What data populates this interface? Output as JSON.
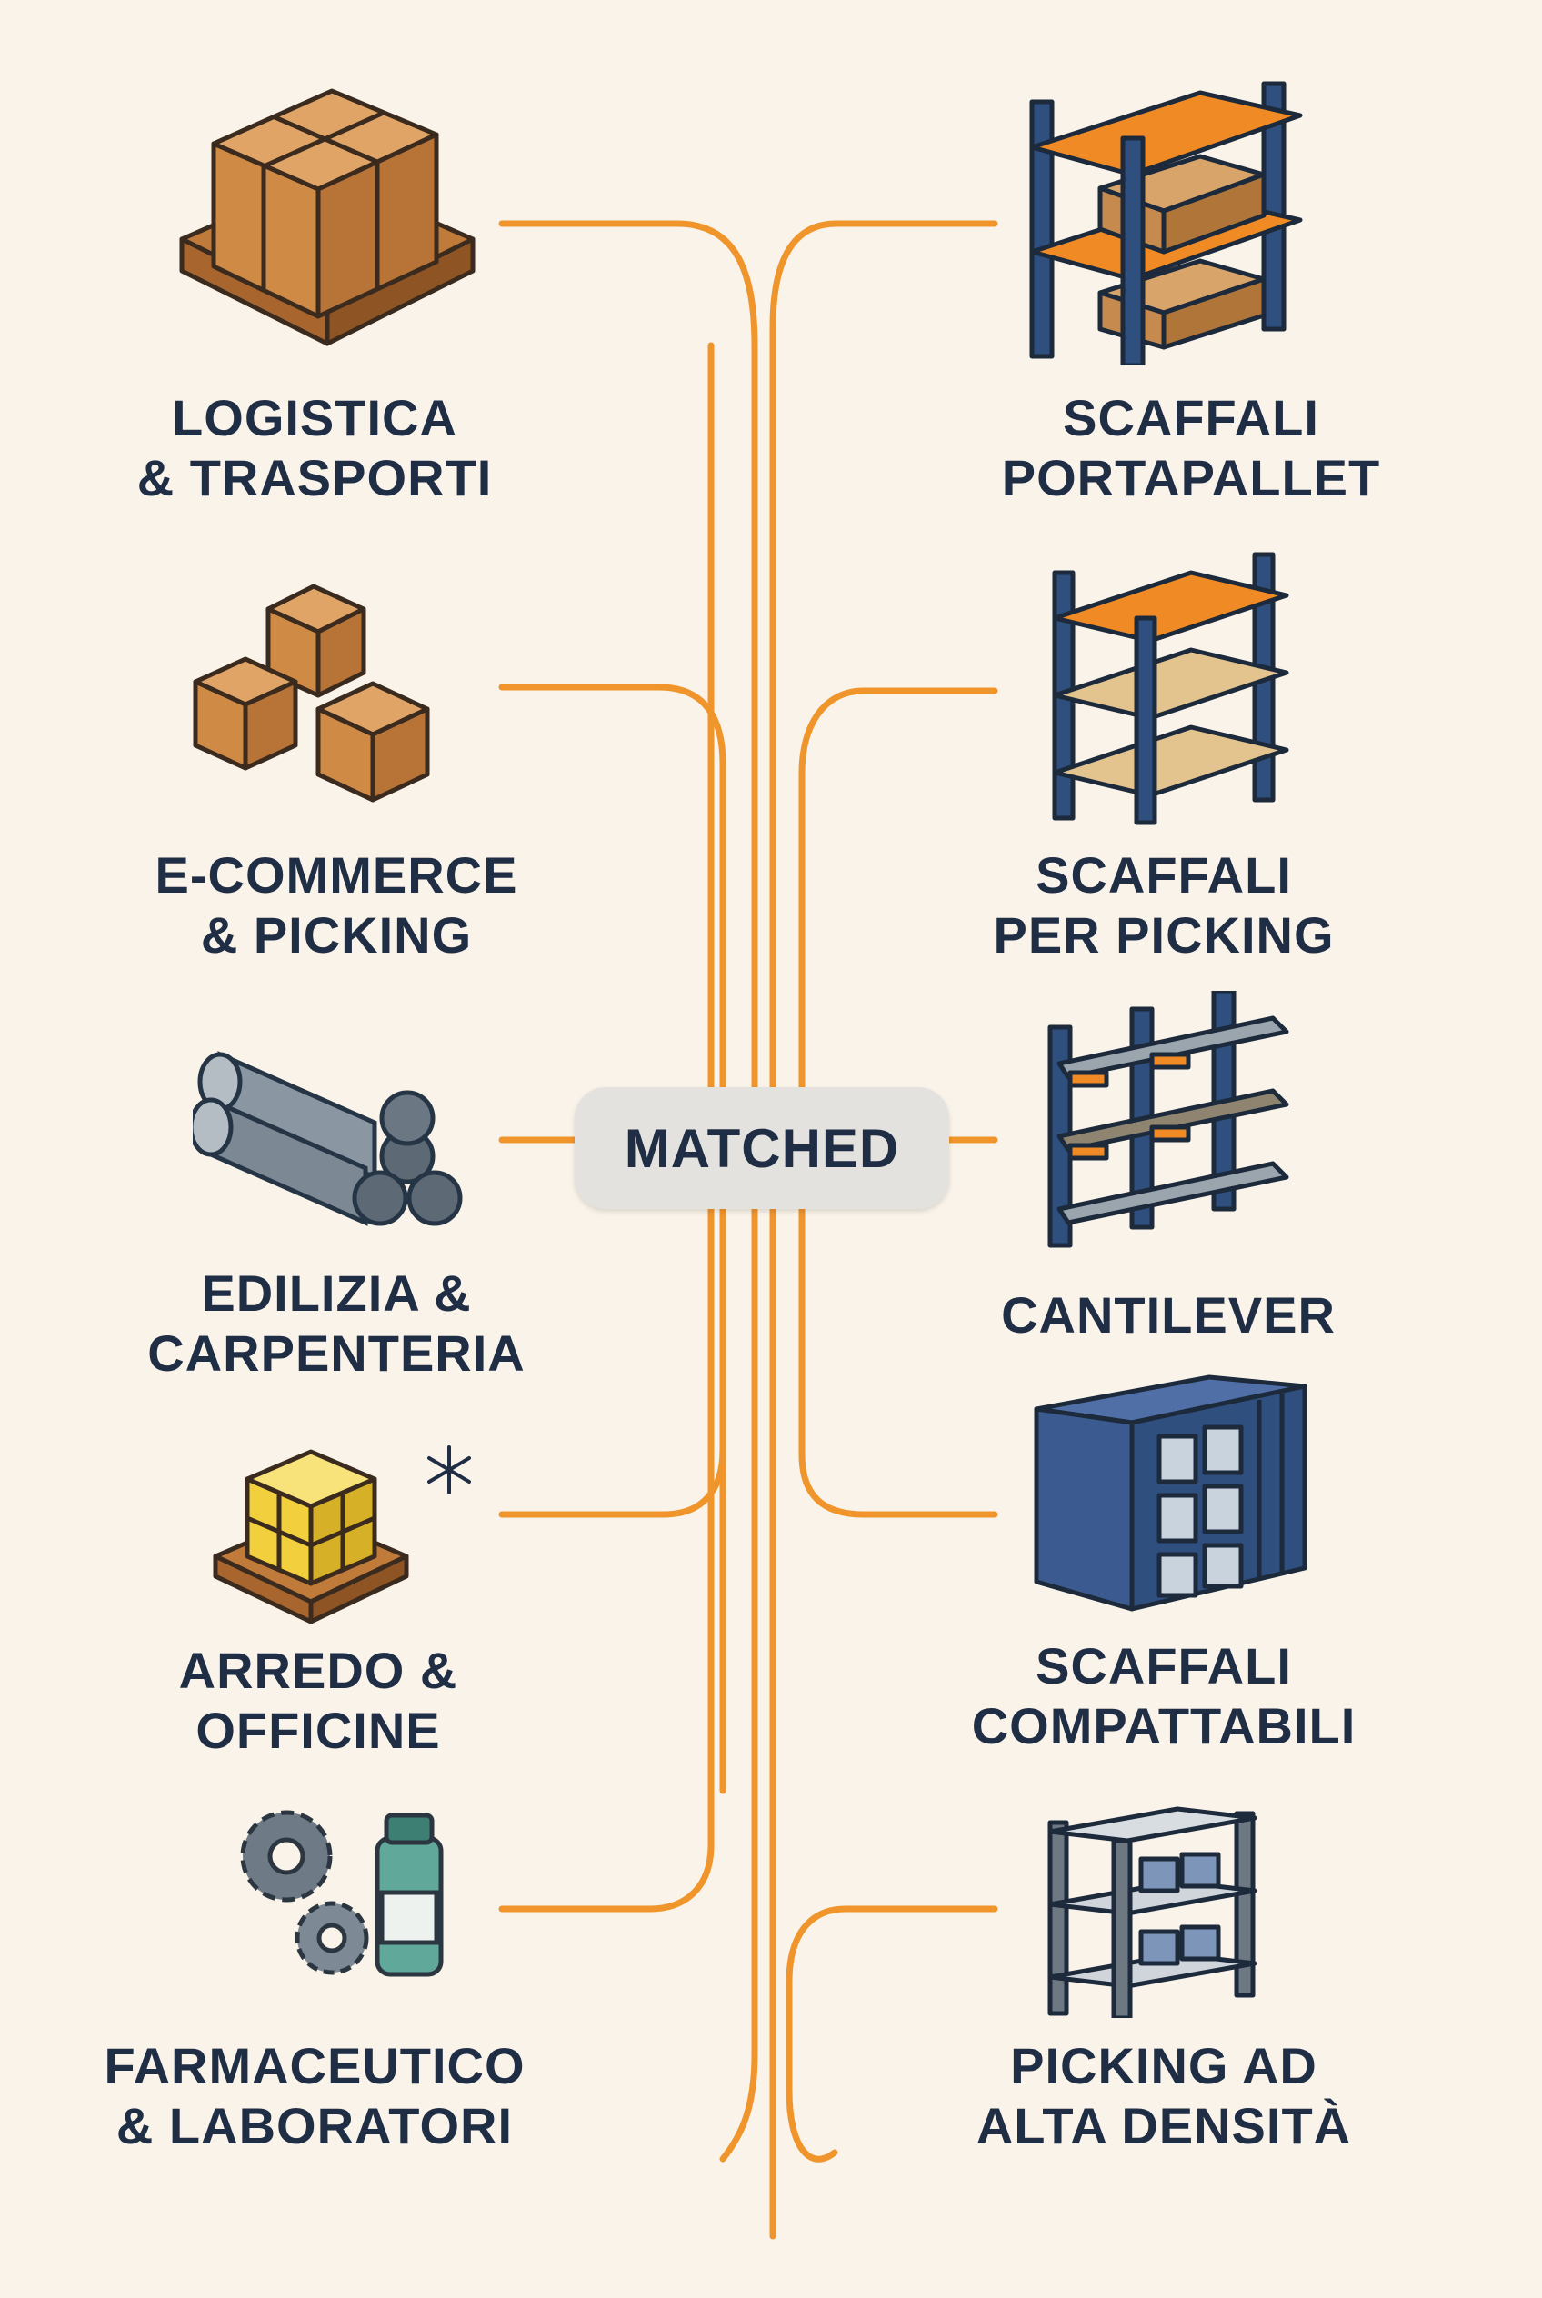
{
  "center_label": "MATCHED",
  "sectors": [
    {
      "line1": "LOGISTICA",
      "line2": "& TRASPORTI",
      "icon": "pallet-boxes-icon"
    },
    {
      "line1": "E-COMMERCE",
      "line2": "& PICKING",
      "icon": "stacked-boxes-icon"
    },
    {
      "line1": "EDILIZIA &",
      "line2": "CARPENTERIA",
      "icon": "steel-pipes-icon"
    },
    {
      "line1": "ARREDO &",
      "line2": "OFFICINE",
      "icon": "frozen-pallet-icon"
    },
    {
      "line1": "FARMACEUTICO",
      "line2": "& LABORATORI",
      "icon": "gears-and-bottle-icon"
    }
  ],
  "solutions": [
    {
      "line1": "SCAFFALI",
      "line2": "PORTAPALLET",
      "icon": "pallet-rack-icon"
    },
    {
      "line1": "SCAFFALI",
      "line2": "PER PICKING",
      "icon": "picking-shelf-icon"
    },
    {
      "line1": "CANTILEVER",
      "line2": "",
      "icon": "cantilever-rack-icon"
    },
    {
      "line1": "SCAFFALI",
      "line2": "COMPATTABILI",
      "icon": "mobile-shelving-icon"
    },
    {
      "line1": "PICKING AD",
      "line2": "ALTA DENSITÀ",
      "icon": "high-density-shelf-icon"
    }
  ],
  "colors": {
    "background": "#f9f3e9",
    "connector": "#f0952c",
    "text": "#1f2d45",
    "rack_frame": "#2f4f7f",
    "rack_beam": "#f08a24",
    "box": "#d4914d"
  }
}
